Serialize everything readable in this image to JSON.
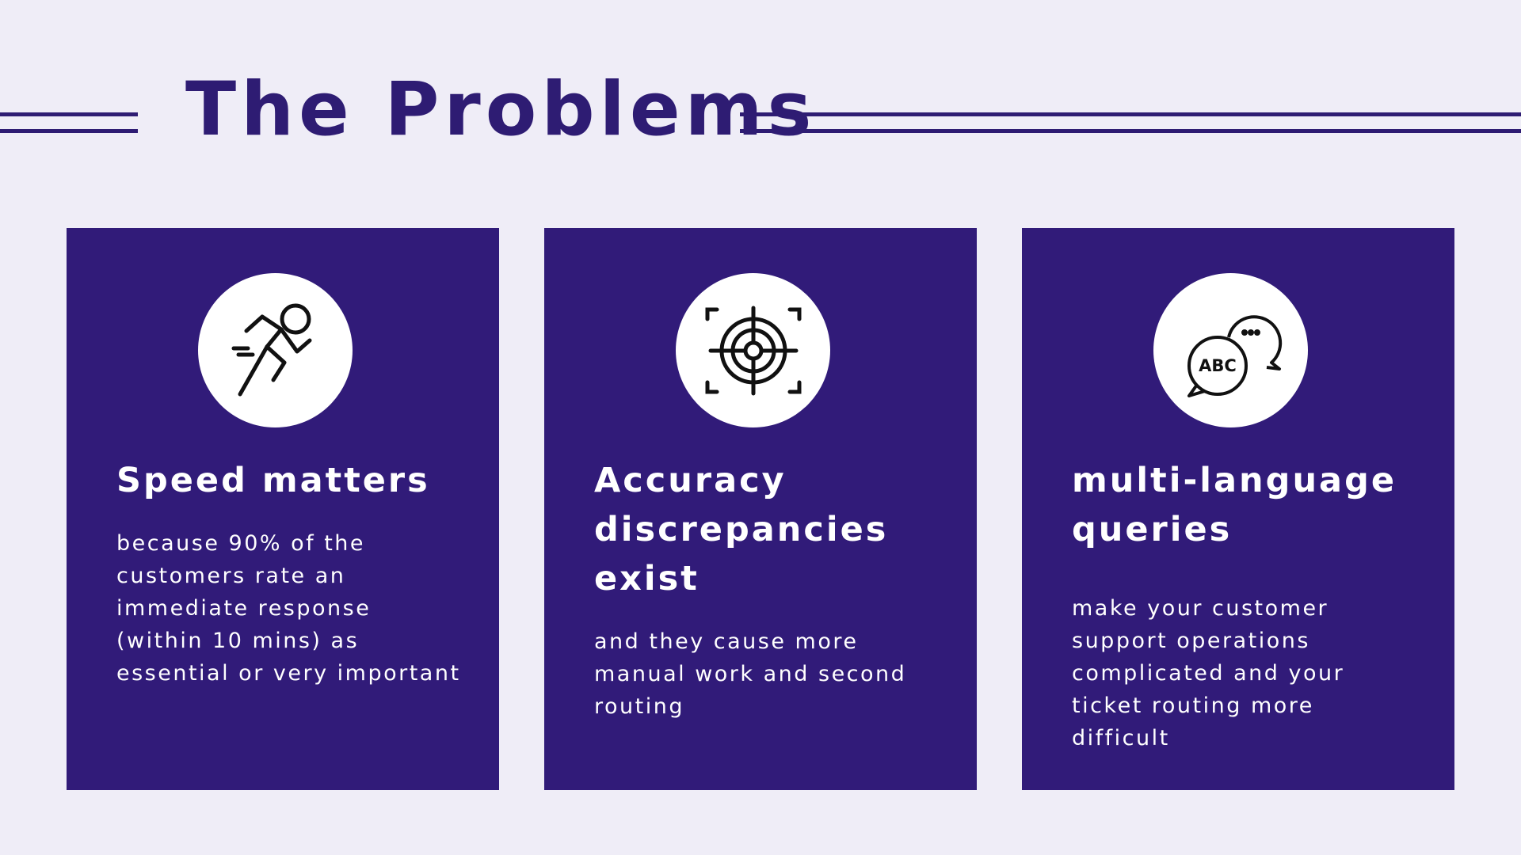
{
  "page": {
    "title": "The Problems",
    "colors": {
      "background": "#efedf7",
      "accent": "#2e1c73",
      "card": "#311b79",
      "card_text": "#ffffff"
    }
  },
  "cards": [
    {
      "icon": "running-person-icon",
      "title": "Speed matters",
      "body": "because 90% of the customers rate an immediate response (within 10 mins) as essential or very important"
    },
    {
      "icon": "target-crosshair-icon",
      "title": "Accuracy discrepancies exist",
      "body": "and they cause more manual work and second routing"
    },
    {
      "icon": "speech-bubbles-abc-icon",
      "icon_text": "ABC",
      "title": "multi-language queries",
      "body": "make your customer support operations complicated and your ticket routing more difficult"
    }
  ]
}
